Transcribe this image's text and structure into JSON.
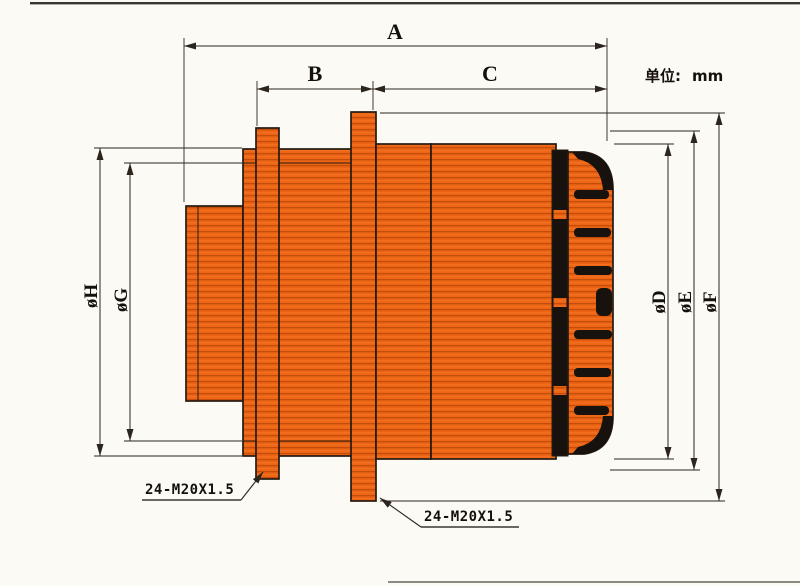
{
  "unit_note": {
    "label": "单位:",
    "value": "mm"
  },
  "dims": {
    "a": "A",
    "b": "B",
    "c": "C",
    "phi_d": "øD",
    "phi_e": "øE",
    "phi_f": "øF",
    "phi_g": "øG",
    "phi_h": "øH"
  },
  "annotations": {
    "bolt_spec_front": "24-M20X1.5",
    "bolt_spec_rear": "24-M20X1.5"
  },
  "colors": {
    "body_orange": "#ec6414",
    "streak_dark": "#9e3604",
    "streak_light": "#f98436",
    "outline": "#241a10",
    "seal_black": "#17120d",
    "dim_line": "#2b251d",
    "text": "#15100a",
    "paper": "#fbfaf5"
  }
}
